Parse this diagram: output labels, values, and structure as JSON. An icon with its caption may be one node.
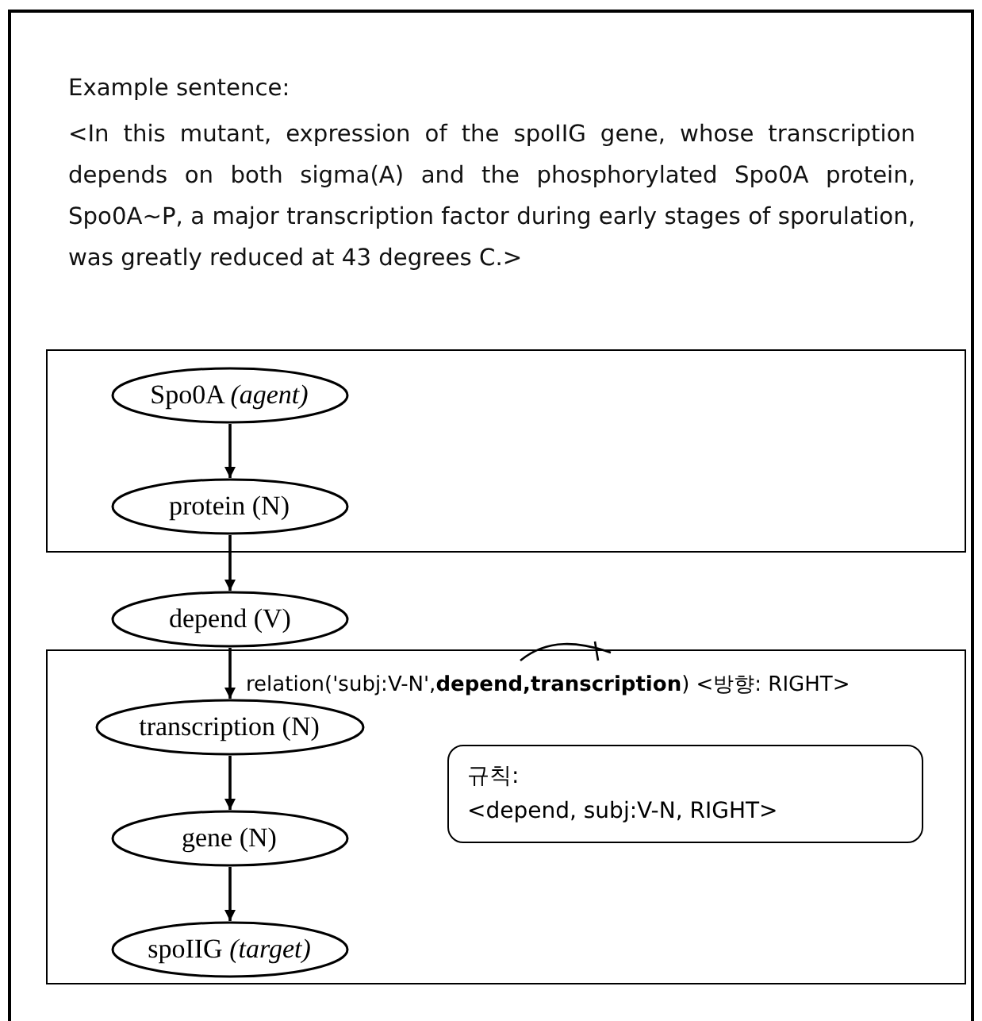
{
  "diagram": {
    "nodes": [
      {
        "text": [
          "Example sentence:",
          "<In this mutant, expression of the spoIIG gene, whose transcription depends on both sigma(A) and the phosphorylated Spo0A protein, Spo0A~P, a major transcription factor during early stages of sporulation, was greatly reduced at 43 degrees C.>"
        ]
      },
      {
        "text": [],
        "shape": "box",
        "in": 0
      },
      {
        "text": [
          "Spo0A *(agent)*"
        ],
        "in": 1
      },
      {
        "text": [
          "protein (N)"
        ],
        "in": 1
      },
      {
        "text": [
          "depend (V)"
        ],
        "in": 0
      },
      {
        "text": [],
        "shape": "box",
        "in": 0
      },
      {
        "text": [
          "transcription (N)"
        ],
        "in": 5
      },
      {
        "text": [
          "gene (N)"
        ],
        "in": 5
      },
      {
        "text": [
          "spoIIG *(target)*"
        ],
        "in": 5
      },
      {
        "text": [
          "규칙:",
          "<depend, subj:V-N, RIGHT>"
        ],
        "in": 5
      }
    ],
    "edges": [
      {
        "from": 2,
        "to": 3,
        "arrow": "to"
      },
      {
        "from": 3,
        "to": 4,
        "arrow": "to"
      },
      {
        "from": 4,
        "to": 6,
        "arrow": "to",
        "label": "relation('subj:V-N',**depend,transcription**) <방향: RIGHT>"
      },
      {
        "from": 6,
        "to": 7,
        "arrow": "to"
      },
      {
        "from": 7,
        "to": 8,
        "arrow": "to"
      }
    ]
  }
}
